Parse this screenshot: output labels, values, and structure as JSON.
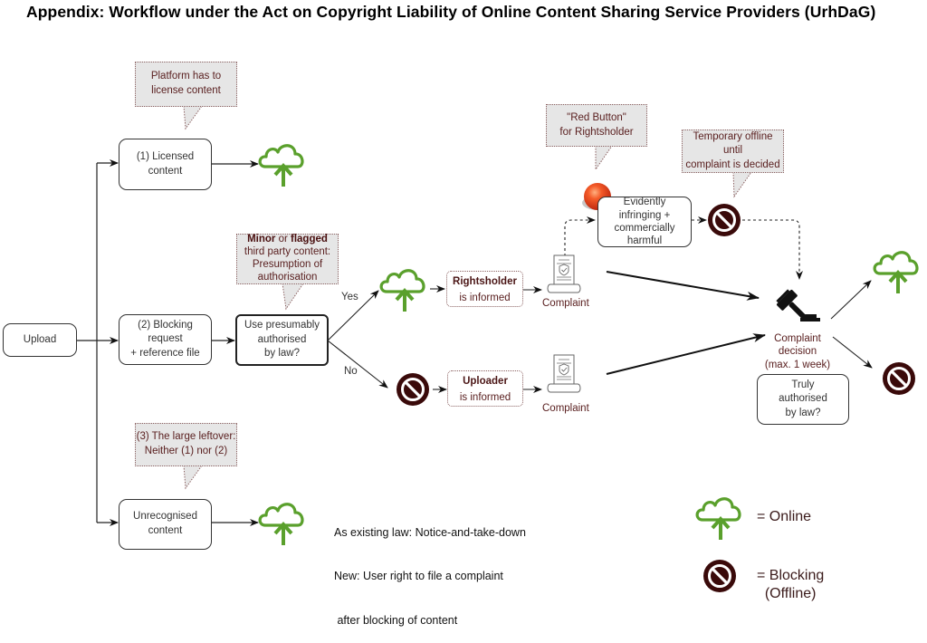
{
  "title": "Appendix: Workflow under the Act on Copyright Liability of Online Content Sharing Service Providers (UrhDaG)",
  "colors": {
    "online_green": "#5aa02c",
    "blocking_dark": "#3a0a0a",
    "callout_bg": "#e6e6e6",
    "callout_text": "#5a2020",
    "red_button": "#e8401c"
  },
  "nodes": {
    "upload": "Upload",
    "licensed": [
      "(1) Licensed",
      "content"
    ],
    "blocking_request": [
      "(2) Blocking request",
      "+ reference file"
    ],
    "use_presumably": [
      "Use presumably",
      "authorised",
      "by law?"
    ],
    "unrecognised": [
      "Unrecognised",
      "content"
    ],
    "evidently": [
      "Evidently",
      "infringing +",
      "commercially",
      "harmful"
    ],
    "truly_authorised": [
      "Truly",
      "authorised",
      "by law?"
    ]
  },
  "callouts": {
    "platform_license": [
      "Platform has to",
      "license content"
    ],
    "minor_flagged": {
      "bold1": "Minor",
      "mid": " or ",
      "bold2": "flagged",
      "rest": [
        "third party content:",
        "Presumption of",
        "authorisation"
      ]
    },
    "large_leftover": [
      "(3) The large leftover:",
      "Neither (1) nor (2)"
    ],
    "red_button": [
      "\"Red Button\"",
      "for Rightsholder"
    ],
    "temp_offline": [
      "Temporary offline until",
      "complaint is decided"
    ]
  },
  "branches": {
    "yes": "Yes",
    "no": "No"
  },
  "informed": {
    "rightsholder_bold": "Rightsholder",
    "rightsholder_rest": "is informed",
    "uploader_bold": "Uploader",
    "uploader_rest": "is informed"
  },
  "complaint_label": "Complaint",
  "decision_label": [
    "Complaint",
    "decision",
    "(max. 1 week)"
  ],
  "note": [
    "As existing law: Notice-and-take-down",
    "New: User right to file a complaint",
    " after blocking of content"
  ],
  "legend": {
    "online": "= Online",
    "blocking": [
      "= Blocking",
      "(Offline)"
    ]
  },
  "icons": {
    "online": "cloud-upload-icon",
    "blocking": "blocked-icon",
    "complaint": "document-scroll-icon",
    "gavel": "gavel-icon",
    "red_button": "red-button-icon"
  }
}
